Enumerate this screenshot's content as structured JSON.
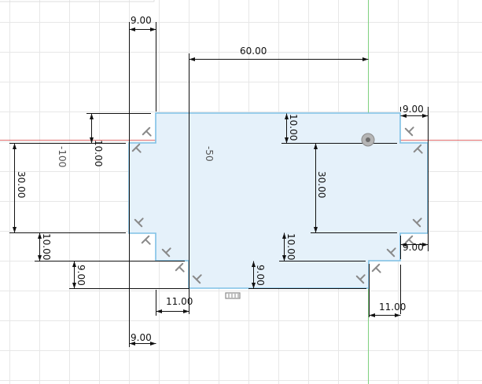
{
  "colors": {
    "grid": "#e7e7e7",
    "profile_fill": "#e5f1fa",
    "profile_edge": "#7fc1e6",
    "dimension": "#111111",
    "x_axis": "#e06a6a",
    "y_axis": "#7fd07f",
    "constraint_icon": "#8a8a8a"
  },
  "dimensions": {
    "top_overall": "60.00",
    "top_left_tab_width": "9.00",
    "right_top_tab_width": "9.00",
    "right_lower_tab_width": "9.00",
    "left_top_step_height": "10.00",
    "left_height": "30.00",
    "left_bottom_step_height": "10.00",
    "left_lower_step_height": "9.00",
    "center_top_step_height": "10.00",
    "center_height": "30.00",
    "center_bottom_step_height": "10.00",
    "center_lower_step_height": "9.00",
    "bottom_left_offset": "11.00",
    "bottom_right_offset": "11.00",
    "bottom_left_tab_width": "9.00"
  },
  "ruler_labels": {
    "minus_100": "-100",
    "minus_50": "-50"
  },
  "icons": {
    "origin": "origin-point-icon",
    "constraint": "perpendicular-constraint-icon",
    "midpoint": "midpoint-glyph-icon"
  }
}
